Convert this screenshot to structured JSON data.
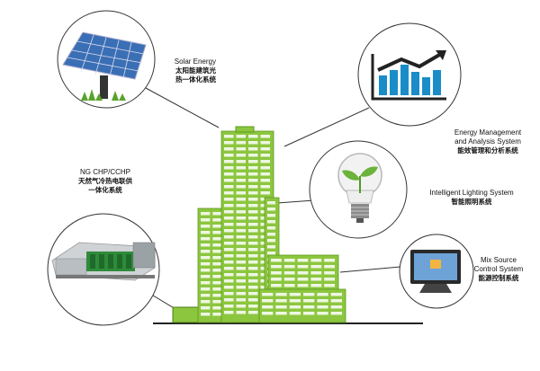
{
  "labels": {
    "solar": {
      "en": "Solar Energy",
      "zh1": "太阳能建筑光",
      "zh2": "热一体化系统"
    },
    "chp": {
      "en": "NG CHP/CCHP",
      "zh1": "天然气冷热电联供",
      "zh2": "一体化系统"
    },
    "energy": {
      "en1": "Energy Management",
      "en2": "and Analysis System",
      "zh": "能效管理和分析系统"
    },
    "lighting": {
      "en": "Intelligent Lighting System",
      "zh": "智能照明系统"
    },
    "mix": {
      "en1": "Mix Source",
      "en2": "Control System",
      "zh": "能源控制系统"
    }
  },
  "colors": {
    "building": "#8cc63f",
    "building_dark": "#5e9a1e",
    "window": "#ffffff",
    "chart_bar": "#1a8cc8",
    "line": "#333333"
  }
}
